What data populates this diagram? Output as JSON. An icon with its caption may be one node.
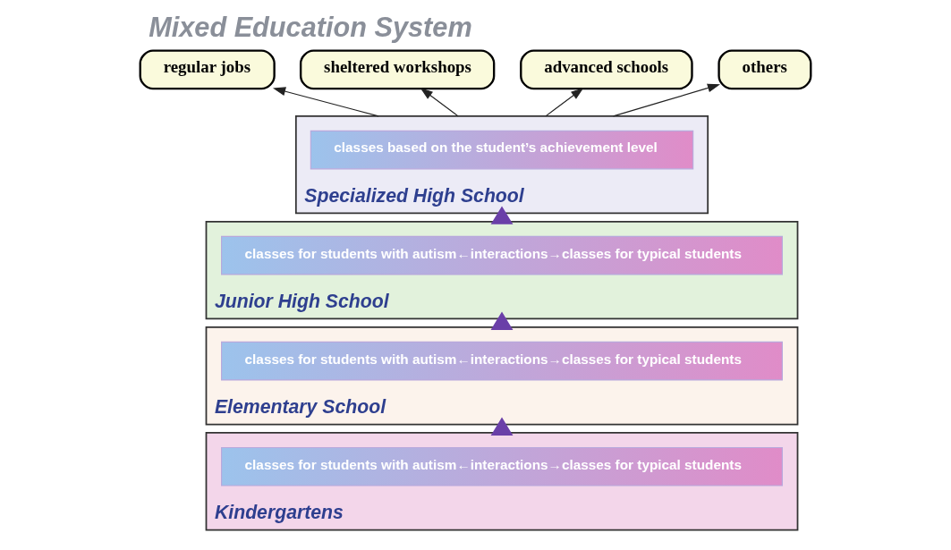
{
  "diagram": {
    "title": "Mixed Education System",
    "nodes": [
      {
        "text": [
          "regular jobs"
        ]
      },
      {
        "text": [
          "sheltered workshops"
        ]
      },
      {
        "text": [
          "advanced schools"
        ]
      },
      {
        "text": [
          "others"
        ]
      },
      {
        "text": [
          "Specialized High School"
        ]
      },
      {
        "text": [
          "classes based on the student’s achievement level"
        ],
        "in": 4
      },
      {
        "text": [
          "Junior High School"
        ]
      },
      {
        "text": [
          "classes for students with autism←interactions→classes for typical students"
        ],
        "in": 6
      },
      {
        "text": [
          "Elementary School"
        ]
      },
      {
        "text": [
          "classes for students with autism←interactions→classes for typical students"
        ],
        "in": 8
      },
      {
        "text": [
          "Kindergartens"
        ]
      },
      {
        "text": [
          "classes for students with autism←interactions→classes for typical students"
        ],
        "in": 10
      }
    ],
    "edges": [
      {
        "from": 4,
        "to": 0,
        "arrow": "to"
      },
      {
        "from": 4,
        "to": 1,
        "arrow": "to"
      },
      {
        "from": 4,
        "to": 2,
        "arrow": "to"
      },
      {
        "from": 4,
        "to": 3,
        "arrow": "to"
      },
      {
        "from": 6,
        "to": 4,
        "arrow": "to",
        "style": "thick",
        "color": "#6a3fa8"
      },
      {
        "from": 8,
        "to": 6,
        "arrow": "to",
        "style": "thick",
        "color": "#6a3fa8"
      },
      {
        "from": 10,
        "to": 8,
        "arrow": "to",
        "style": "thick",
        "color": "#6a3fa8"
      }
    ]
  }
}
